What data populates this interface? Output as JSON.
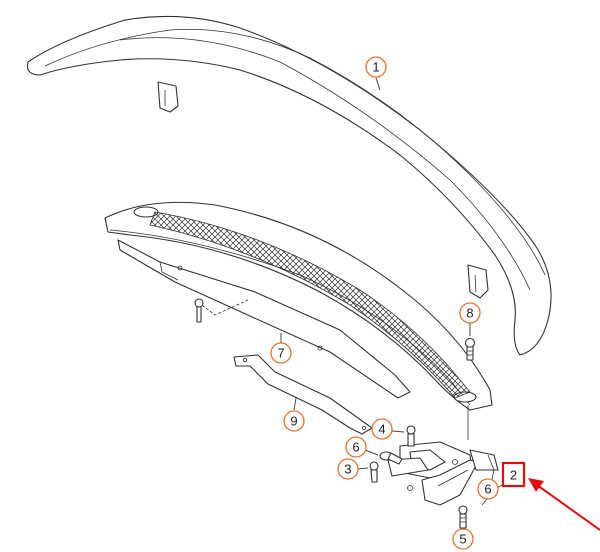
{
  "callouts": {
    "c1": "1",
    "c2": "2",
    "c3": "3",
    "c4": "4",
    "c5": "5",
    "c6a": "6",
    "c6b": "6",
    "c7": "7",
    "c8": "8",
    "c9": "9"
  },
  "highlight": {
    "part": "2",
    "color": "#e01010"
  },
  "colors": {
    "callout_ring": "#e8702a",
    "line": "#333333"
  }
}
